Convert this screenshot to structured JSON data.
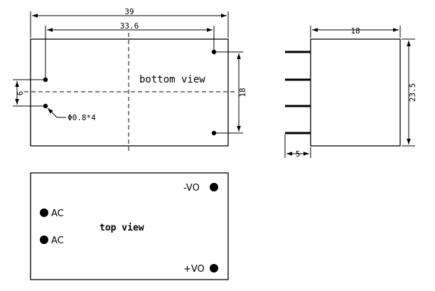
{
  "bottom_view": {
    "title": "bottom view",
    "dim_width": "39",
    "dim_pin_span": "33.6",
    "dim_pin_offset": "6",
    "dim_height": "18",
    "pin_note": "Φ0.8*4"
  },
  "side_view": {
    "dim_width": "18",
    "dim_height": "23.5",
    "dim_pin_length": "5"
  },
  "top_view": {
    "title": "top view",
    "pins": {
      "neg_vo": "-VO",
      "pos_vo": "+VO",
      "ac_1": "AC",
      "ac_2": "AC"
    }
  }
}
